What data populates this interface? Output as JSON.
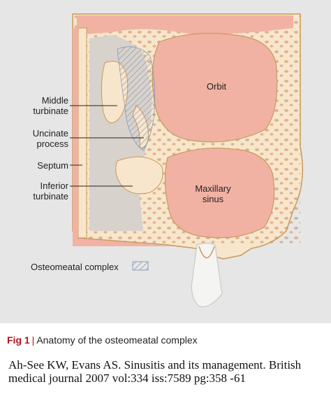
{
  "labels": {
    "middle_turbinate": "Middle\nturbinate",
    "uncinate_process": "Uncinate\nprocess",
    "septum": "Septum",
    "inferior_turbinate": "Inferior\nturbinate",
    "orbit": "Orbit",
    "maxillary_sinus": "Maxillary\nsinus"
  },
  "legend": {
    "text": "Osteomeatal complex"
  },
  "caption": {
    "fig_label": "Fig 1",
    "separator": "|",
    "text": "Anatomy of the osteomeatal complex"
  },
  "citation": "Ah-See KW, Evans AS. Sinusitis and its management. British medical journal 2007 vol:334 iss:7589 pg:358 -61",
  "colors": {
    "background": "#e6e6e6",
    "soft_tissue": "#f1b2a3",
    "bone": "#f7e6cc",
    "bone_outline": "#c79a5a",
    "cavity": "#d8d2cc",
    "tooth": "#f4f4f2",
    "hatch": "#7a8fb3",
    "caption_red": "#b5121b"
  }
}
